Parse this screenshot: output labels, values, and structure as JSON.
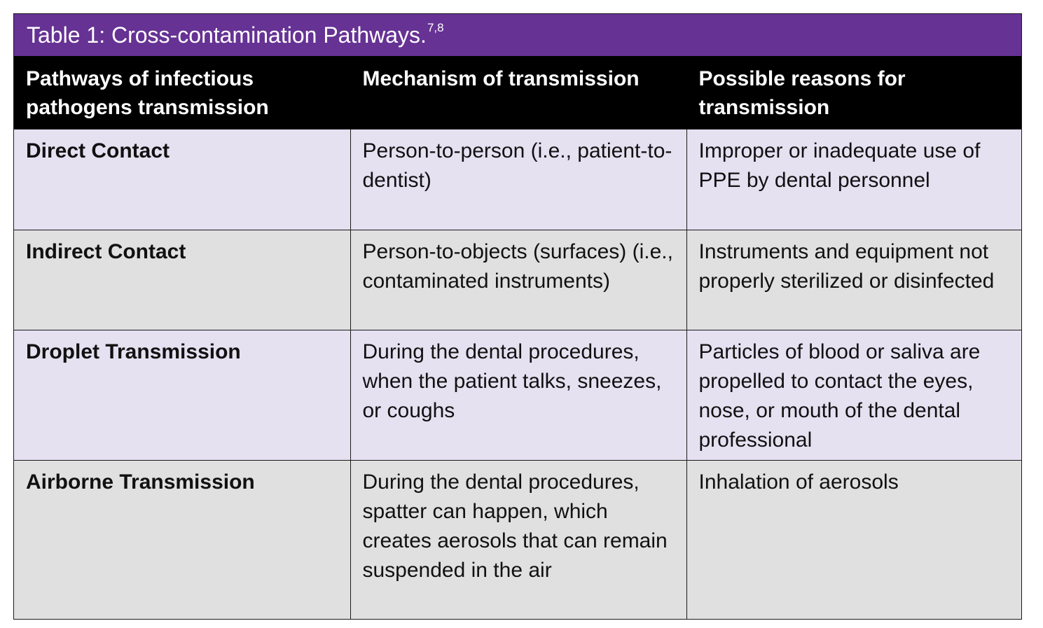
{
  "table": {
    "title": "Table 1: Cross-contamination Pathways.",
    "title_sup": "7,8",
    "colors": {
      "title_bar": "#663294",
      "header_bg": "#000000",
      "row_odd": "#e5e1f1",
      "row_even": "#e0e0e1"
    },
    "headers": [
      "Pathways of infectious pathogens transmission",
      "Mechanism of transmission",
      "Possible reasons for transmission"
    ],
    "rows": [
      {
        "pathway": "Direct Contact",
        "mechanism": "Person-to-person (i.e., patient-to-dentist)",
        "reason": "Improper or inadequate use of PPE by dental personnel"
      },
      {
        "pathway": "Indirect Contact",
        "mechanism": "Person-to-objects (surfaces) (i.e., contaminated instruments)",
        "reason": "Instruments and equipment not properly sterilized or disinfected"
      },
      {
        "pathway": "Droplet Transmission",
        "mechanism": "During the dental procedures, when the patient talks, sneezes, or coughs",
        "reason": "Particles of blood or saliva are propelled to contact the eyes, nose, or mouth of the dental professional"
      },
      {
        "pathway": "Airborne Transmission",
        "mechanism": "During the dental procedures, spatter can happen, which creates aerosols that can remain suspended in the air",
        "reason": "Inhalation of aerosols"
      }
    ]
  }
}
